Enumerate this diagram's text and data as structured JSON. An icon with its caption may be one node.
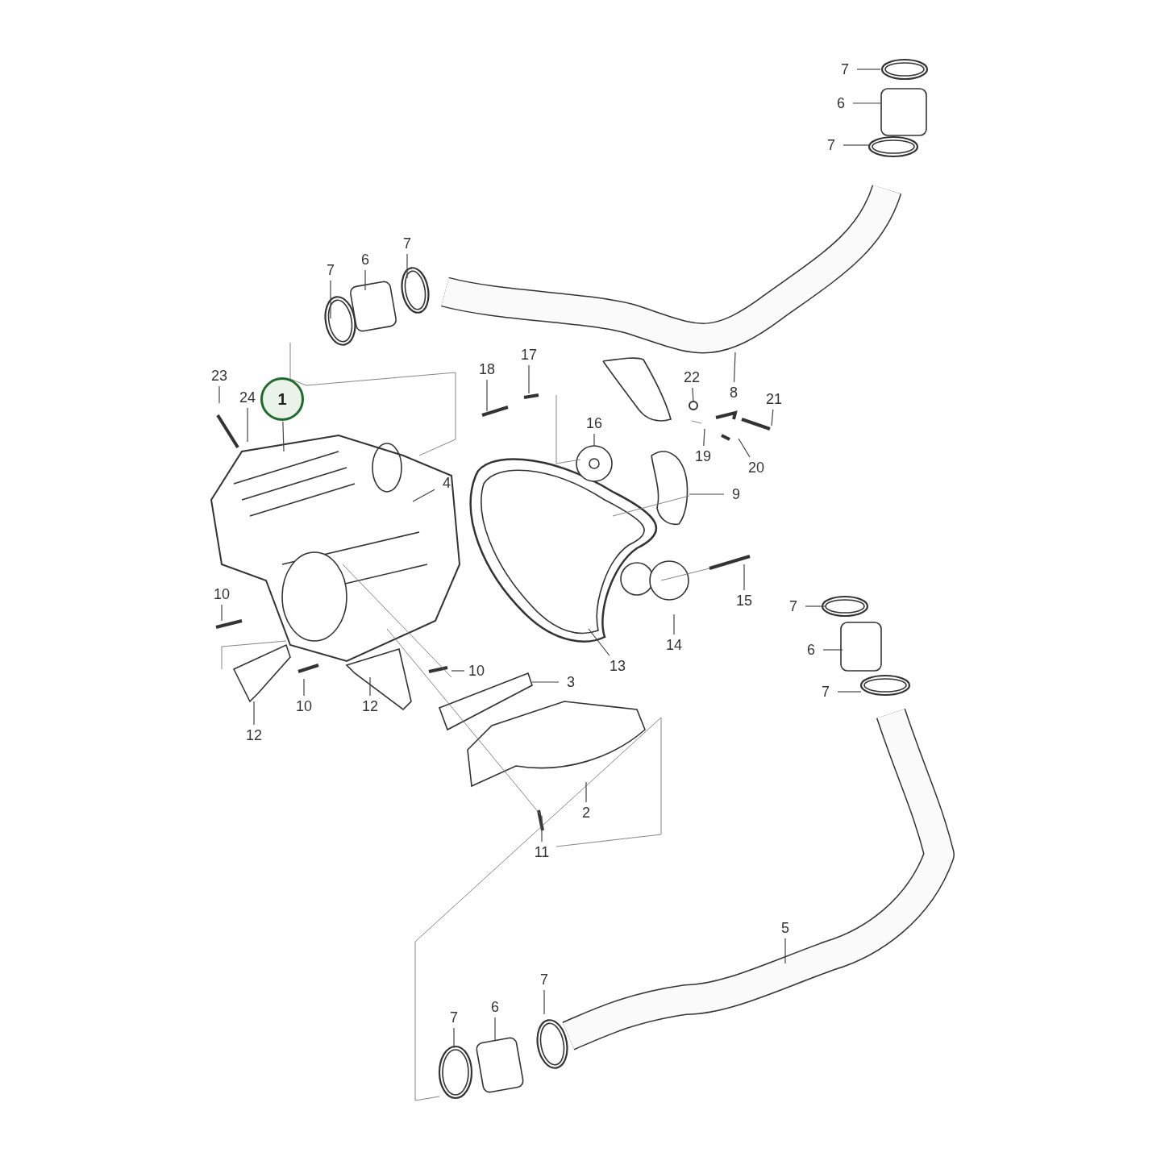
{
  "diagram": {
    "nodes": [
      {
        "text": [
          "7"
        ]
      },
      {
        "text": [
          "6"
        ]
      },
      {
        "text": [
          "7"
        ]
      },
      {
        "text": [
          "7"
        ]
      },
      {
        "text": [
          "6"
        ]
      },
      {
        "text": [
          "7"
        ]
      },
      {
        "text": [
          "23"
        ]
      },
      {
        "text": [
          "24"
        ]
      },
      {
        "text": [
          "1"
        ]
      },
      {
        "text": [
          "18"
        ]
      },
      {
        "text": [
          "17"
        ]
      },
      {
        "text": [
          "16"
        ]
      },
      {
        "text": [
          "22"
        ]
      },
      {
        "text": [
          "8"
        ]
      },
      {
        "text": [
          "21"
        ]
      },
      {
        "text": [
          "19"
        ]
      },
      {
        "text": [
          "20"
        ]
      },
      {
        "text": [
          "4"
        ]
      },
      {
        "text": [
          "9"
        ]
      },
      {
        "text": [
          "15"
        ]
      },
      {
        "text": [
          "10"
        ]
      },
      {
        "text": [
          "7"
        ]
      },
      {
        "text": [
          "6"
        ]
      },
      {
        "text": [
          "14"
        ]
      },
      {
        "text": [
          "7"
        ]
      },
      {
        "text": [
          "13"
        ]
      },
      {
        "text": [
          "10"
        ]
      },
      {
        "text": [
          "3"
        ]
      },
      {
        "text": [
          "10"
        ]
      },
      {
        "text": [
          "12"
        ]
      },
      {
        "text": [
          "12"
        ]
      },
      {
        "text": [
          "2"
        ]
      },
      {
        "text": [
          "11"
        ]
      },
      {
        "text": [
          "5"
        ]
      },
      {
        "text": [
          "7"
        ]
      },
      {
        "text": [
          "7"
        ]
      },
      {
        "text": [
          "6"
        ]
      }
    ],
    "edges": [
      {
        "from": 0,
        "to": null,
        "arrow": "none"
      },
      {
        "from": 1,
        "to": null,
        "arrow": "none"
      },
      {
        "from": 2,
        "to": null,
        "arrow": "none"
      },
      {
        "from": 3,
        "to": null,
        "arrow": "none"
      },
      {
        "from": 4,
        "to": null,
        "arrow": "none"
      },
      {
        "from": 5,
        "to": null,
        "arrow": "none"
      },
      {
        "from": 6,
        "to": null,
        "arrow": "none"
      },
      {
        "from": 7,
        "to": null,
        "arrow": "none"
      },
      {
        "from": 8,
        "to": null,
        "arrow": "none"
      },
      {
        "from": 9,
        "to": null,
        "arrow": "none"
      },
      {
        "from": 10,
        "to": null,
        "arrow": "none"
      },
      {
        "from": 11,
        "to": null,
        "arrow": "none"
      },
      {
        "from": 12,
        "to": null,
        "arrow": "none"
      },
      {
        "from": 13,
        "to": null,
        "arrow": "none"
      },
      {
        "from": 14,
        "to": null,
        "arrow": "none"
      },
      {
        "from": 15,
        "to": null,
        "arrow": "none"
      },
      {
        "from": 16,
        "to": null,
        "arrow": "none"
      },
      {
        "from": 17,
        "to": null,
        "arrow": "none"
      },
      {
        "from": 18,
        "to": null,
        "arrow": "none"
      },
      {
        "from": 19,
        "to": null,
        "arrow": "none"
      },
      {
        "from": 20,
        "to": null,
        "arrow": "none"
      },
      {
        "from": 21,
        "to": null,
        "arrow": "none"
      },
      {
        "from": 22,
        "to": null,
        "arrow": "none"
      },
      {
        "from": 23,
        "to": null,
        "arrow": "none"
      },
      {
        "from": 24,
        "to": null,
        "arrow": "none"
      },
      {
        "from": 25,
        "to": null,
        "arrow": "none"
      },
      {
        "from": 26,
        "to": null,
        "arrow": "none"
      },
      {
        "from": 27,
        "to": null,
        "arrow": "none"
      },
      {
        "from": 28,
        "to": null,
        "arrow": "none"
      },
      {
        "from": 29,
        "to": null,
        "arrow": "none"
      },
      {
        "from": 30,
        "to": null,
        "arrow": "none"
      },
      {
        "from": 31,
        "to": null,
        "arrow": "none"
      },
      {
        "from": 32,
        "to": null,
        "arrow": "none"
      },
      {
        "from": 33,
        "to": null,
        "arrow": "none"
      },
      {
        "from": 34,
        "to": null,
        "arrow": "none"
      },
      {
        "from": 35,
        "to": null,
        "arrow": "none"
      },
      {
        "from": 36,
        "to": null,
        "arrow": "none"
      }
    ]
  }
}
